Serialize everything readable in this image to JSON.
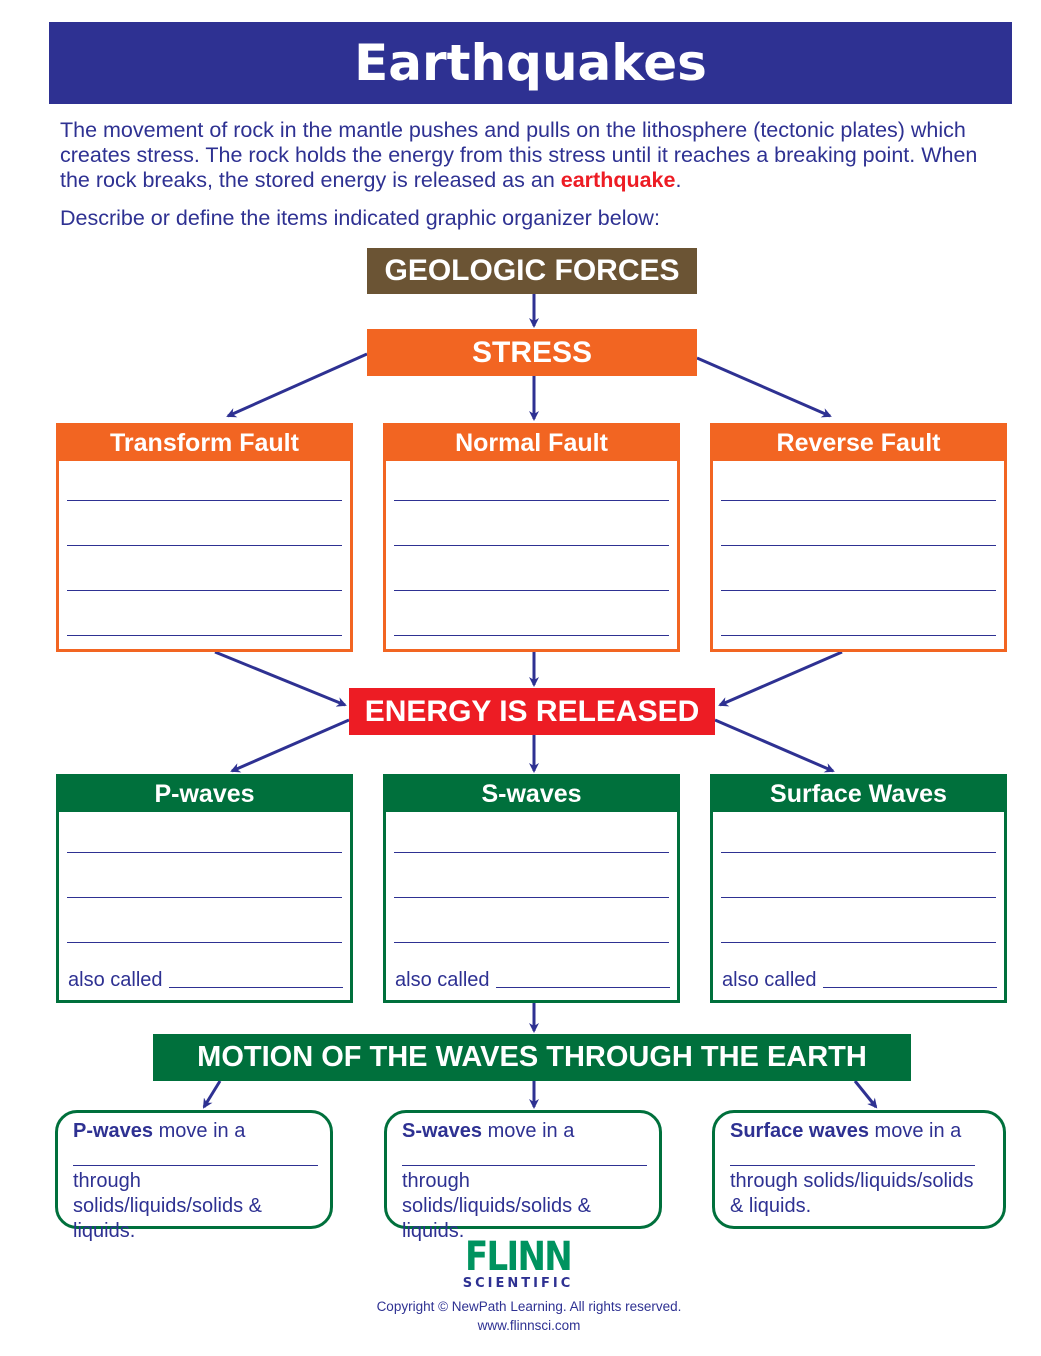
{
  "title": "Earthquakes",
  "intro": {
    "before": "The movement of rock in the mantle pushes and pulls on the lithosphere (tectonic plates) which creates stress.  The rock holds the energy from this stress until it reaches a breaking point.  When the rock breaks, the stored energy is released as an ",
    "highlight": "earthquake",
    "after": "."
  },
  "instructions": "Describe or define the items indicated graphic organizer below:",
  "geologic_forces": "GEOLOGIC FORCES",
  "stress": "STRESS",
  "faults": [
    "Transform Fault",
    "Normal Fault",
    "Reverse Fault"
  ],
  "energy": "ENERGY IS RELEASED",
  "waves": [
    "P-waves",
    "S-waves",
    "Surface Waves"
  ],
  "also_called": "also called",
  "motion": "MOTION OF THE WAVES THROUGH THE EARTH",
  "motion_boxes": [
    {
      "bold": "P-waves",
      "rest": " move in a"
    },
    {
      "bold": "S-waves",
      "rest": " move in a"
    },
    {
      "bold": "Surface waves",
      "rest": " move in a"
    }
  ],
  "motion_tail": "through solids/liquids/solids & liquids.",
  "footer": {
    "logo_main": "FLINN",
    "logo_sub": "SCIENTIFIC",
    "copyright": "Copyright © NewPath Learning. All rights reserved.",
    "url": "www.flinnsci.com"
  },
  "colors": {
    "blue": "#2e3192",
    "brown": "#6b5434",
    "orange": "#f26522",
    "red": "#ed1c24",
    "green": "#00703c"
  }
}
